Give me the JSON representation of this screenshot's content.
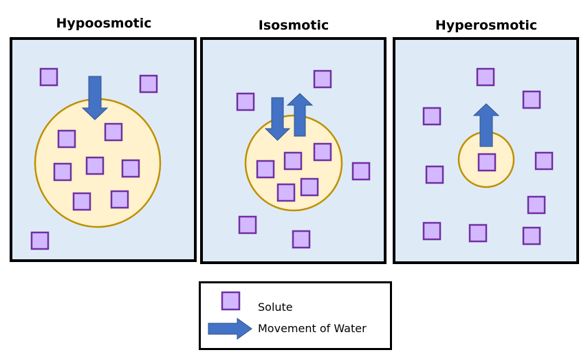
{
  "colors": {
    "background": "#FFFFFF",
    "panel_fill": "#DEEBF7",
    "panel_border": "#000000",
    "cell_fill": "#FFF2CC",
    "cell_border": "#BF9000",
    "solute_fill": "#D3B8FF",
    "solute_border": "#7030A0",
    "arrow_fill": "#4472C4",
    "arrow_border": "#2F528F"
  },
  "panels": [
    {
      "id": "hypoosmotic",
      "title": "Hypoosmotic",
      "water_movement": [
        "into-cell"
      ],
      "solutes_inside_cell": 7,
      "solutes_outside_cell": 3
    },
    {
      "id": "isosmotic",
      "title": "Isosmotic",
      "water_movement": [
        "into-cell",
        "out-of-cell"
      ],
      "solutes_inside_cell": 5,
      "solutes_outside_cell": 5
    },
    {
      "id": "hyperosmotic",
      "title": "Hyperosmotic",
      "water_movement": [
        "out-of-cell"
      ],
      "solutes_inside_cell": 1,
      "solutes_outside_cell": 9
    }
  ],
  "legend": {
    "solute_label": "Solute",
    "water_label": "Movement of Water"
  }
}
